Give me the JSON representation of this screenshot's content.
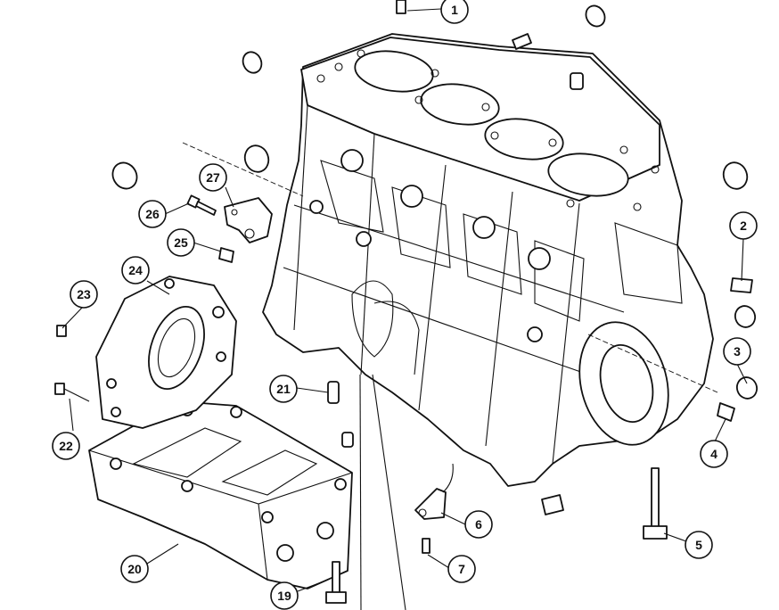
{
  "colors": {
    "ink": "#111111",
    "paper": "#ffffff",
    "shade": "#d9d9d9"
  },
  "callouts": [
    {
      "id": "c1",
      "label": "1"
    },
    {
      "id": "c2",
      "label": "2"
    },
    {
      "id": "c3",
      "label": "3"
    },
    {
      "id": "c4",
      "label": "4"
    },
    {
      "id": "c5",
      "label": "5"
    },
    {
      "id": "c6",
      "label": "6"
    },
    {
      "id": "c7",
      "label": "7"
    },
    {
      "id": "c19",
      "label": "19"
    },
    {
      "id": "c20",
      "label": "20"
    },
    {
      "id": "c21",
      "label": "21"
    },
    {
      "id": "c22",
      "label": "22"
    },
    {
      "id": "c23",
      "label": "23"
    },
    {
      "id": "c24",
      "label": "24"
    },
    {
      "id": "c25",
      "label": "25"
    },
    {
      "id": "c26",
      "label": "26"
    },
    {
      "id": "c27",
      "label": "27"
    }
  ]
}
